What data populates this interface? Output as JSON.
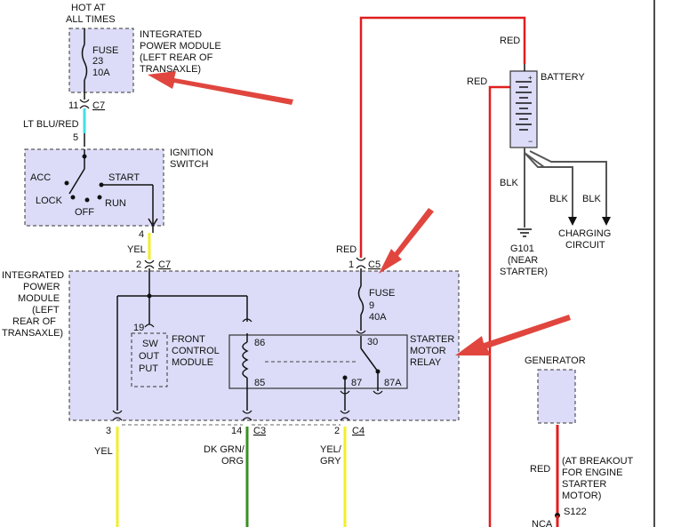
{
  "colors": {
    "wire_black": "#111111",
    "wire_red": "#e01e1e",
    "wire_yellow": "#f2ee2a",
    "wire_light_blue": "#3fe0e6",
    "wire_green": "#3c8f24",
    "wire_gray": "#555555",
    "module_fill": "#dcdcf8",
    "arrow_red": "#e0463e"
  },
  "labels": {
    "hot_at_all_times_1": "HOT AT",
    "hot_at_all_times_2": "ALL TIMES",
    "ipm_top_1": "INTEGRATED",
    "ipm_top_2": "POWER MODULE",
    "ipm_top_3": "(LEFT REAR OF",
    "ipm_top_4": "TRANSAXLE)",
    "fuse_top_1": "FUSE",
    "fuse_top_2": "23",
    "fuse_top_3": "10A",
    "pin_11": "11",
    "conn_c7_top": "C7",
    "wire_lt_blu_red": "LT BLU/RED",
    "pin_5": "5",
    "ign_switch_1": "IGNITION",
    "ign_switch_2": "SWITCH",
    "acc": "ACC",
    "lock": "LOCK",
    "off": "OFF",
    "start": "START",
    "run": "RUN",
    "pin_4": "4",
    "wire_yel_top": "YEL",
    "pin_2_c7": "2",
    "conn_c7_mid": "C7",
    "ipm_left_1": "INTEGRATED",
    "ipm_left_2": "POWER",
    "ipm_left_3": "MODULE",
    "ipm_left_4": "(LEFT",
    "ipm_left_5": "REAR OF",
    "ipm_left_6": "TRANSAXLE)",
    "pin_19": "19",
    "sw_output_1": "SW",
    "sw_output_2": "OUT",
    "sw_output_3": "PUT",
    "fcm_1": "FRONT",
    "fcm_2": "CONTROL",
    "fcm_3": "MODULE",
    "relay_86": "86",
    "relay_85": "85",
    "relay_30": "30",
    "relay_87": "87",
    "relay_87a": "87A",
    "smr_1": "STARTER",
    "smr_2": "MOTOR",
    "smr_3": "RELAY",
    "wire_red_c5": "RED",
    "pin_1_c5": "1",
    "conn_c5": "C5",
    "fuse_mid_1": "FUSE",
    "fuse_mid_2": "9",
    "fuse_mid_3": "40A",
    "pin_3": "3",
    "wire_yel_bottom": "YEL",
    "pin_14": "14",
    "conn_c3": "C3",
    "wire_dk_grn_1": "DK GRN/",
    "wire_dk_grn_2": "ORG",
    "pin_2_c4": "2",
    "conn_c4": "C4",
    "wire_yel_gry_1": "YEL/",
    "wire_yel_gry_2": "GRY",
    "wire_red_top": "RED",
    "wire_red_batt": "RED",
    "battery": "BATTERY",
    "wire_blk_1": "BLK",
    "wire_blk_2": "BLK",
    "wire_blk_3": "BLK",
    "ground_1": "G101",
    "ground_2": "(NEAR",
    "ground_3": "STARTER)",
    "charging_1": "CHARGING",
    "charging_2": "CIRCUIT",
    "generator": "GENERATOR",
    "wire_red_gen": "RED",
    "breakout_1": "(AT BREAKOUT",
    "breakout_2": "FOR ENGINE",
    "breakout_3": "STARTER",
    "breakout_4": "MOTOR)",
    "splice": "S122",
    "nca": "NCA"
  }
}
